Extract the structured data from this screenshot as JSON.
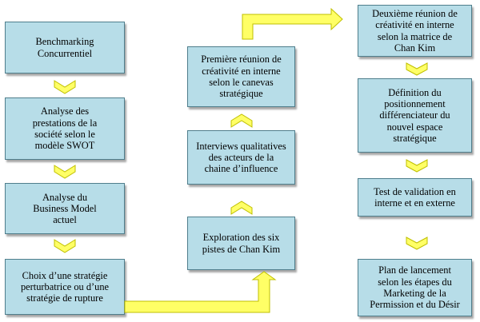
{
  "colors": {
    "box_fill": "#b7dde8",
    "box_border": "#4f7e8c",
    "arrow_fill": "#ffff66",
    "arrow_stroke": "#bfbf00"
  },
  "column1": {
    "benchmarking": "Benchmarking\nConcurrentiel",
    "swot": "Analyse des\nprestations de la\nsociété selon le\nmodèle SWOT",
    "business_model": "Analyse du\nBusiness Model\nactuel",
    "choix_strategie": "Choix d’une stratégie\nperturbatrice ou d’une\nstratégie de rupture"
  },
  "column2": {
    "exploration": "Exploration des six\npistes de Chan Kim",
    "interviews": "Interviews qualitatives\ndes acteurs de la\nchaine d’influence",
    "premiere_reunion": "Première réunion de\ncréativité en interne\nselon le canevas\nstratégique"
  },
  "column3": {
    "deuxieme_reunion": "Deuxième réunion de\ncréativité en interne\nselon la matrice de\nChan Kim",
    "definition": "Définition du\npositionnement\ndifférenciateur du\nnouvel espace\nstratégique",
    "test_validation": "Test de validation en\ninterne et en externe",
    "plan_lancement": "Plan de lancement\nselon les étapes du\nMarketing de la\nPermission et du Désir"
  }
}
